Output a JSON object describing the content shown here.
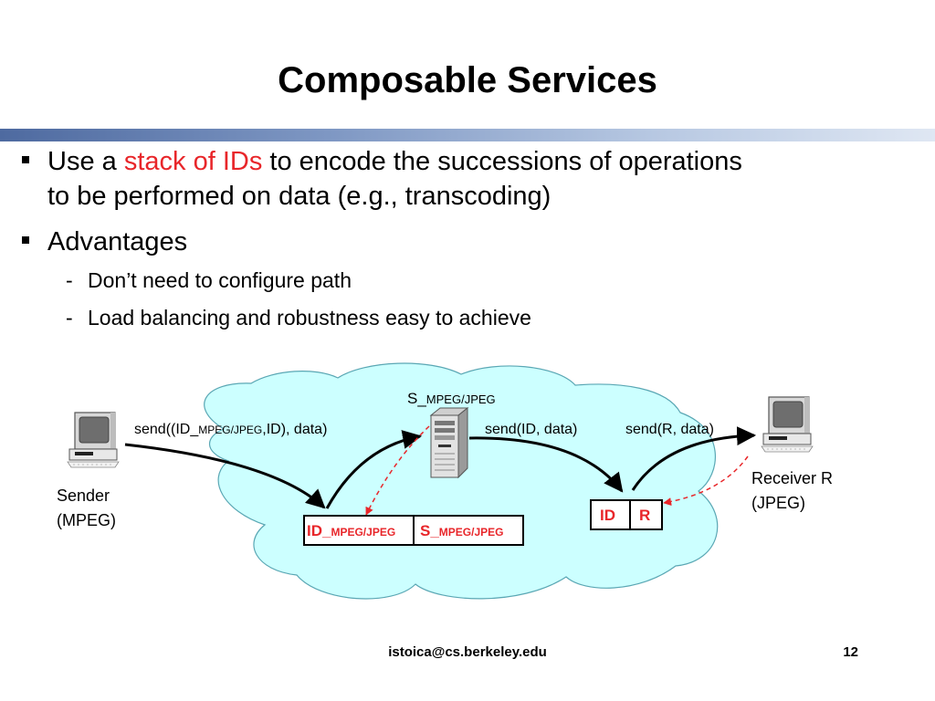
{
  "slide": {
    "title": "Composable Services"
  },
  "bullets": [
    {
      "parts": [
        "Use a ",
        "stack of IDs",
        " to encode the successions of operations"
      ],
      "line2": "to be performed on data (e.g., transcoding)"
    },
    {
      "text": "Advantages"
    }
  ],
  "sub_bullets": [
    {
      "dash": "-",
      "text": "Don’t need to configure path"
    },
    {
      "dash": "-",
      "text": "Load balancing and robustness easy to achieve"
    }
  ],
  "diagram": {
    "server_label": {
      "main": "S_",
      "sub": "MPEG/JPEG"
    },
    "send1": {
      "prefix": "send((ID_",
      "sub": "MPEG/JPEG",
      "suffix": ",ID), data)"
    },
    "send2": "send(ID, data)",
    "send3": "send(R, data)",
    "sender": {
      "line1": "Sender",
      "line2": "(MPEG)"
    },
    "receiver": {
      "line1": "Receiver R",
      "line2": "(JPEG)"
    },
    "stack_left": {
      "cell1": {
        "main": "ID_",
        "sub": "MPEG/JPEG"
      },
      "cell2": {
        "main": "S_",
        "sub": "MPEG/JPEG"
      }
    },
    "stack_right": {
      "cell1": "ID",
      "cell2": "R"
    },
    "colors": {
      "cloud_fill": "#ccffff",
      "cloud_stroke": "#5aa7b4",
      "packet_text": "#e8262a",
      "dashed_arrow": "#e8262a",
      "accent": "#e8262a"
    },
    "icons": [
      "computer-icon",
      "server-icon"
    ]
  },
  "footer": {
    "email": "istoica@cs.berkeley.edu",
    "page": "12"
  }
}
